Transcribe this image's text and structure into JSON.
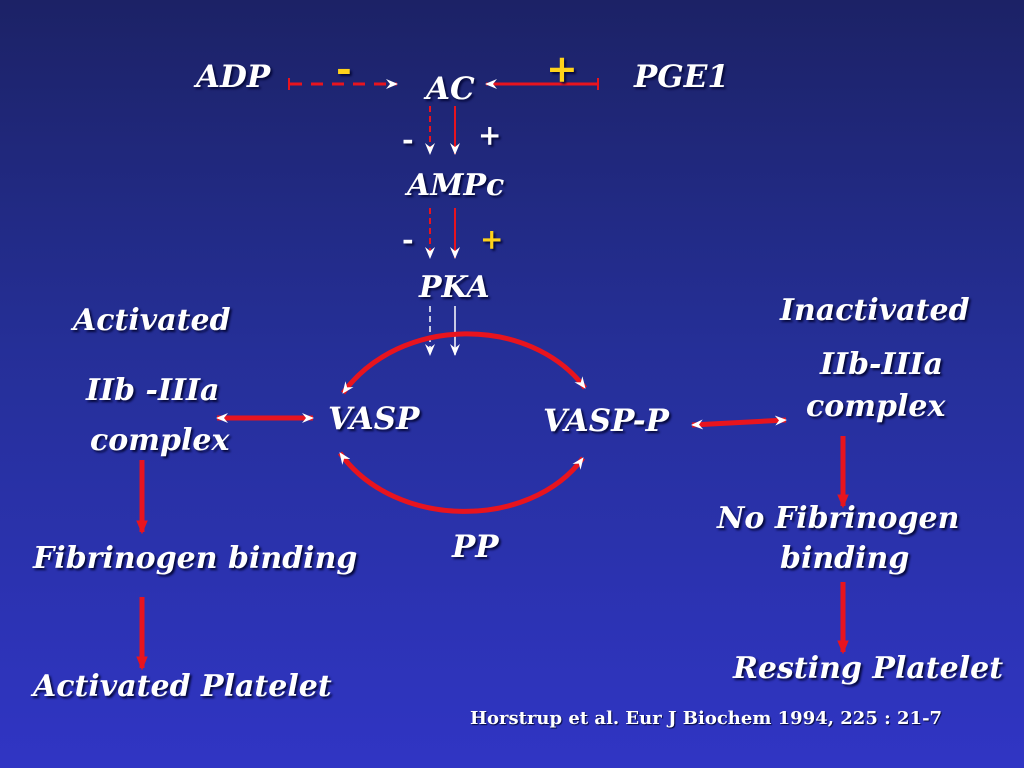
{
  "labels": {
    "adp": "ADP",
    "ac": "AC",
    "pge1": "PGE1",
    "ampc": "AMPc",
    "pka": "PKA",
    "activated": "Activated",
    "iib_iiia_left_1": "IIb -IIIa",
    "iib_iiia_left_2": "complex",
    "vasp": "VASP",
    "vasp_p": "VASP-P",
    "inactivated": "Inactivated",
    "iib_iiia_right_1": "IIb-IIIa",
    "iib_iiia_right_2": "complex",
    "fibrinogen_binding": "Fibrinogen binding",
    "no_fibrinogen_1": "No Fibrinogen",
    "no_fibrinogen_2": "binding",
    "pp": "PP",
    "activated_platelet": "Activated Platelet",
    "resting_platelet": "Resting Platelet"
  },
  "signs": {
    "adp_inhibit": "-",
    "pge1_stimulate": "+",
    "ac_minus": "-",
    "ac_plus": "+",
    "ampc_minus": "-",
    "ampc_plus": "+"
  },
  "reference": "Horstrup et al. Eur J Biochem 1994, 225 : 21-7",
  "colors": {
    "arrow_red": "#e8141e",
    "sign_yellow": "#ffd21a",
    "text_white": "#ffffff",
    "background_top": "#1c2266",
    "background_bottom": "#3035c4"
  }
}
